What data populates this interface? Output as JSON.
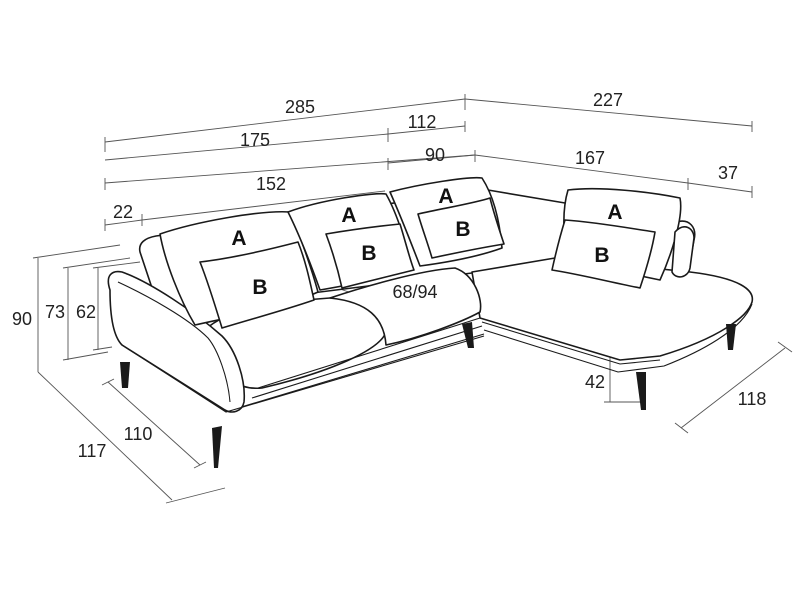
{
  "dimensions": {
    "d285": "285",
    "d227": "227",
    "d112": "112",
    "d175": "175",
    "d90_top": "90",
    "d167": "167",
    "d37": "37",
    "d152": "152",
    "d22": "22",
    "d90_height": "90",
    "d73": "73",
    "d62": "62",
    "d68_94": "68/94",
    "d42": "42",
    "d110": "110",
    "d117": "117",
    "d118": "118"
  },
  "cushions": {
    "back_label": "A",
    "seat_label": "B"
  }
}
